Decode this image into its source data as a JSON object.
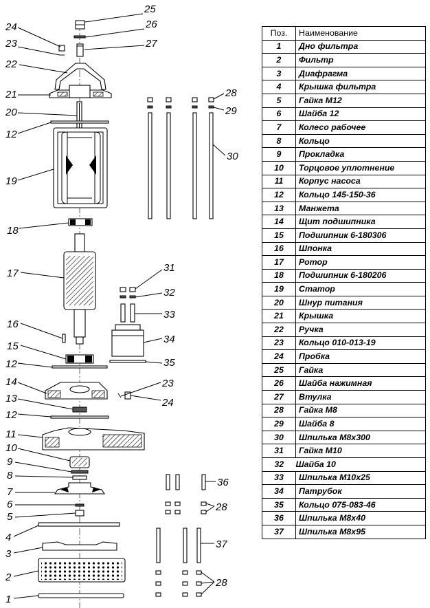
{
  "table": {
    "headers": [
      "Поз.",
      "Наименование"
    ],
    "rows": [
      {
        "pos": "1",
        "name": "Дно фильтра"
      },
      {
        "pos": "2",
        "name": "Фильтр"
      },
      {
        "pos": "3",
        "name": "Диафрагма"
      },
      {
        "pos": "4",
        "name": "Крышка фильтра"
      },
      {
        "pos": "5",
        "name": "Гайка М12"
      },
      {
        "pos": "6",
        "name": "Шайба 12"
      },
      {
        "pos": "7",
        "name": "Колесо рабочее"
      },
      {
        "pos": "8",
        "name": "Кольцо"
      },
      {
        "pos": "9",
        "name": "Прокладка"
      },
      {
        "pos": "10",
        "name": "Торцовое  уплотнение"
      },
      {
        "pos": "11",
        "name": "Корпус насоса"
      },
      {
        "pos": "12",
        "name": "Кольцо 145-150-36"
      },
      {
        "pos": "13",
        "name": "Манжета"
      },
      {
        "pos": "14",
        "name": "Щит подшипника"
      },
      {
        "pos": "15",
        "name": "Подшипник 6-180306"
      },
      {
        "pos": "16",
        "name": "Шпонка"
      },
      {
        "pos": "17",
        "name": "Ротор"
      },
      {
        "pos": "18",
        "name": "Подшипник 6-180206"
      },
      {
        "pos": "19",
        "name": "Статор"
      },
      {
        "pos": "20",
        "name": "Шнур питания"
      },
      {
        "pos": "21",
        "name": "Крышка"
      },
      {
        "pos": "22",
        "name": "Ручка"
      },
      {
        "pos": "23",
        "name": "Кольцо 010-013-19"
      },
      {
        "pos": "24",
        "name": "Пробка"
      },
      {
        "pos": "25",
        "name": "Гайка"
      },
      {
        "pos": "26",
        "name": "Шайба нажимная"
      },
      {
        "pos": "27",
        "name": "Втулка"
      },
      {
        "pos": "28",
        "name": "Гайка М8"
      },
      {
        "pos": "29",
        "name": "Шайба 8"
      },
      {
        "pos": "30",
        "name": "Шпилька М8х300"
      },
      {
        "pos": "31",
        "name": "Гайка М10"
      },
      {
        "pos": "32",
        "name": "Шайба 10"
      },
      {
        "pos": "33",
        "name": "Шпилька М10х25"
      },
      {
        "pos": "34",
        "name": "Патрубок"
      },
      {
        "pos": "35",
        "name": "Кольцо 075-083-46"
      },
      {
        "pos": "36",
        "name": "Шпилька М8х40"
      },
      {
        "pos": "37",
        "name": "Шпилька М8х95"
      }
    ]
  },
  "callouts": {
    "c1": "1",
    "c2": "2",
    "c3": "3",
    "c4": "4",
    "c5": "5",
    "c6": "6",
    "c7": "7",
    "c8": "8",
    "c9": "9",
    "c10": "10",
    "c11": "11",
    "c12a": "12",
    "c12b": "12",
    "c12c": "12",
    "c13": "13",
    "c14": "14",
    "c15": "15",
    "c16": "16",
    "c17": "17",
    "c18": "18",
    "c19": "19",
    "c20": "20",
    "c21": "21",
    "c22": "22",
    "c23a": "23",
    "c23b": "23",
    "c24a": "24",
    "c24b": "24",
    "c25": "25",
    "c26": "26",
    "c27": "27",
    "c28a": "28",
    "c28b": "28",
    "c28c": "28",
    "c29": "29",
    "c30": "30",
    "c31": "31",
    "c32": "32",
    "c33": "33",
    "c34": "34",
    "c35": "35",
    "c36": "36",
    "c37": "37"
  },
  "colors": {
    "ink": "#000000",
    "paper": "#ffffff",
    "hatch": "#555555"
  }
}
